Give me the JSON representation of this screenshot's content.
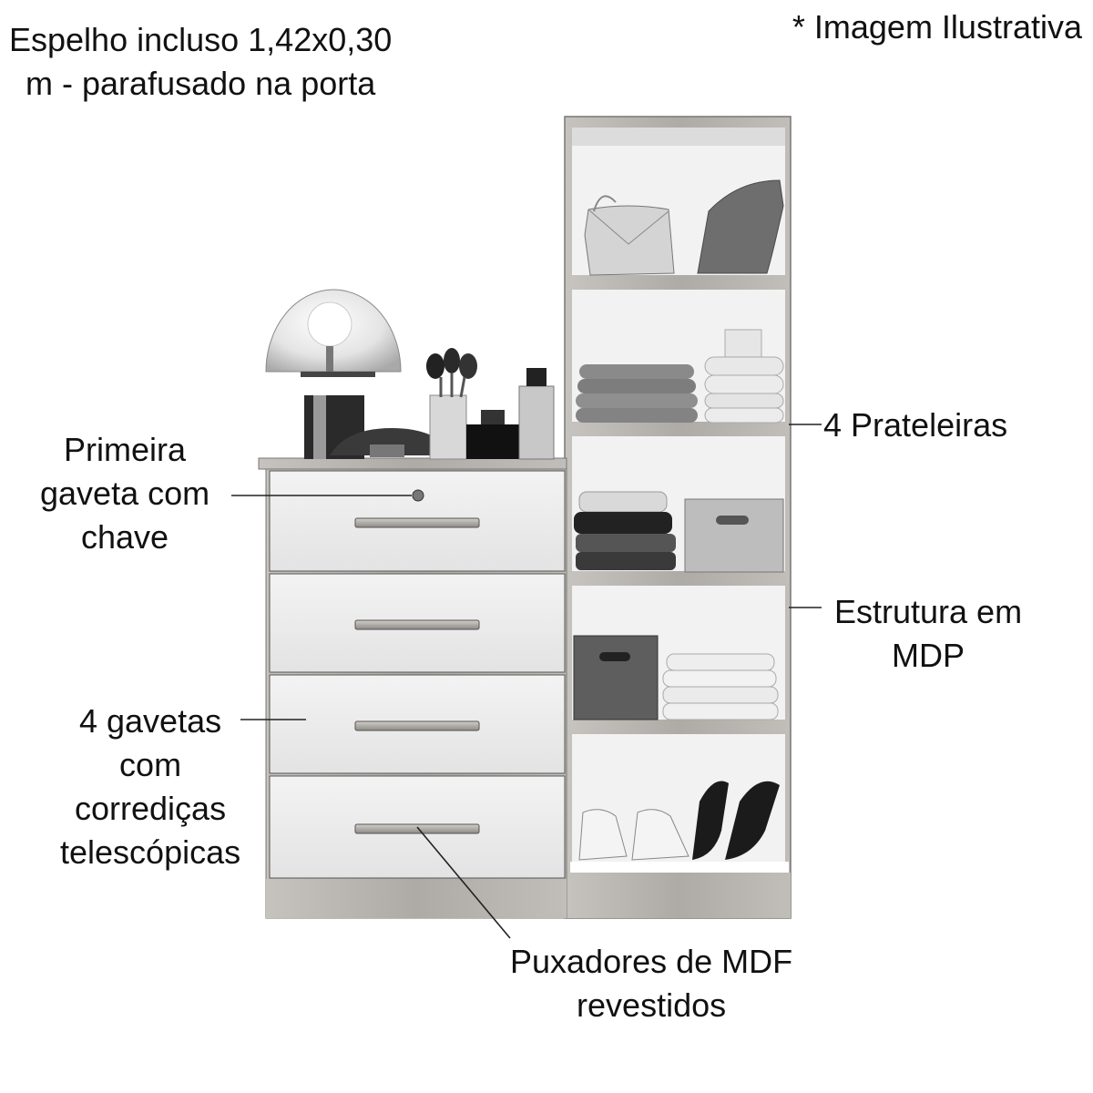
{
  "labels": {
    "mirror": [
      "Espelho incluso 1,42x0,30",
      "m - parafusado na porta"
    ],
    "illustrative": "* Imagem Ilustrativa",
    "first_drawer": [
      "Primeira",
      "gaveta com",
      "chave"
    ],
    "shelves": "4 Prateleiras",
    "structure": [
      "Estrutura em",
      "MDP"
    ],
    "drawers": [
      "4 gavetas",
      "com",
      "corrediças",
      "telescópicas"
    ],
    "handles": [
      "Puxadores de MDF",
      "revestidos"
    ]
  },
  "colors": {
    "text": "#111111",
    "panel": "#ededed",
    "panel_shade": "#cfcfcf",
    "wood": "#b9b6b1",
    "edge": "#6b6b6b"
  }
}
